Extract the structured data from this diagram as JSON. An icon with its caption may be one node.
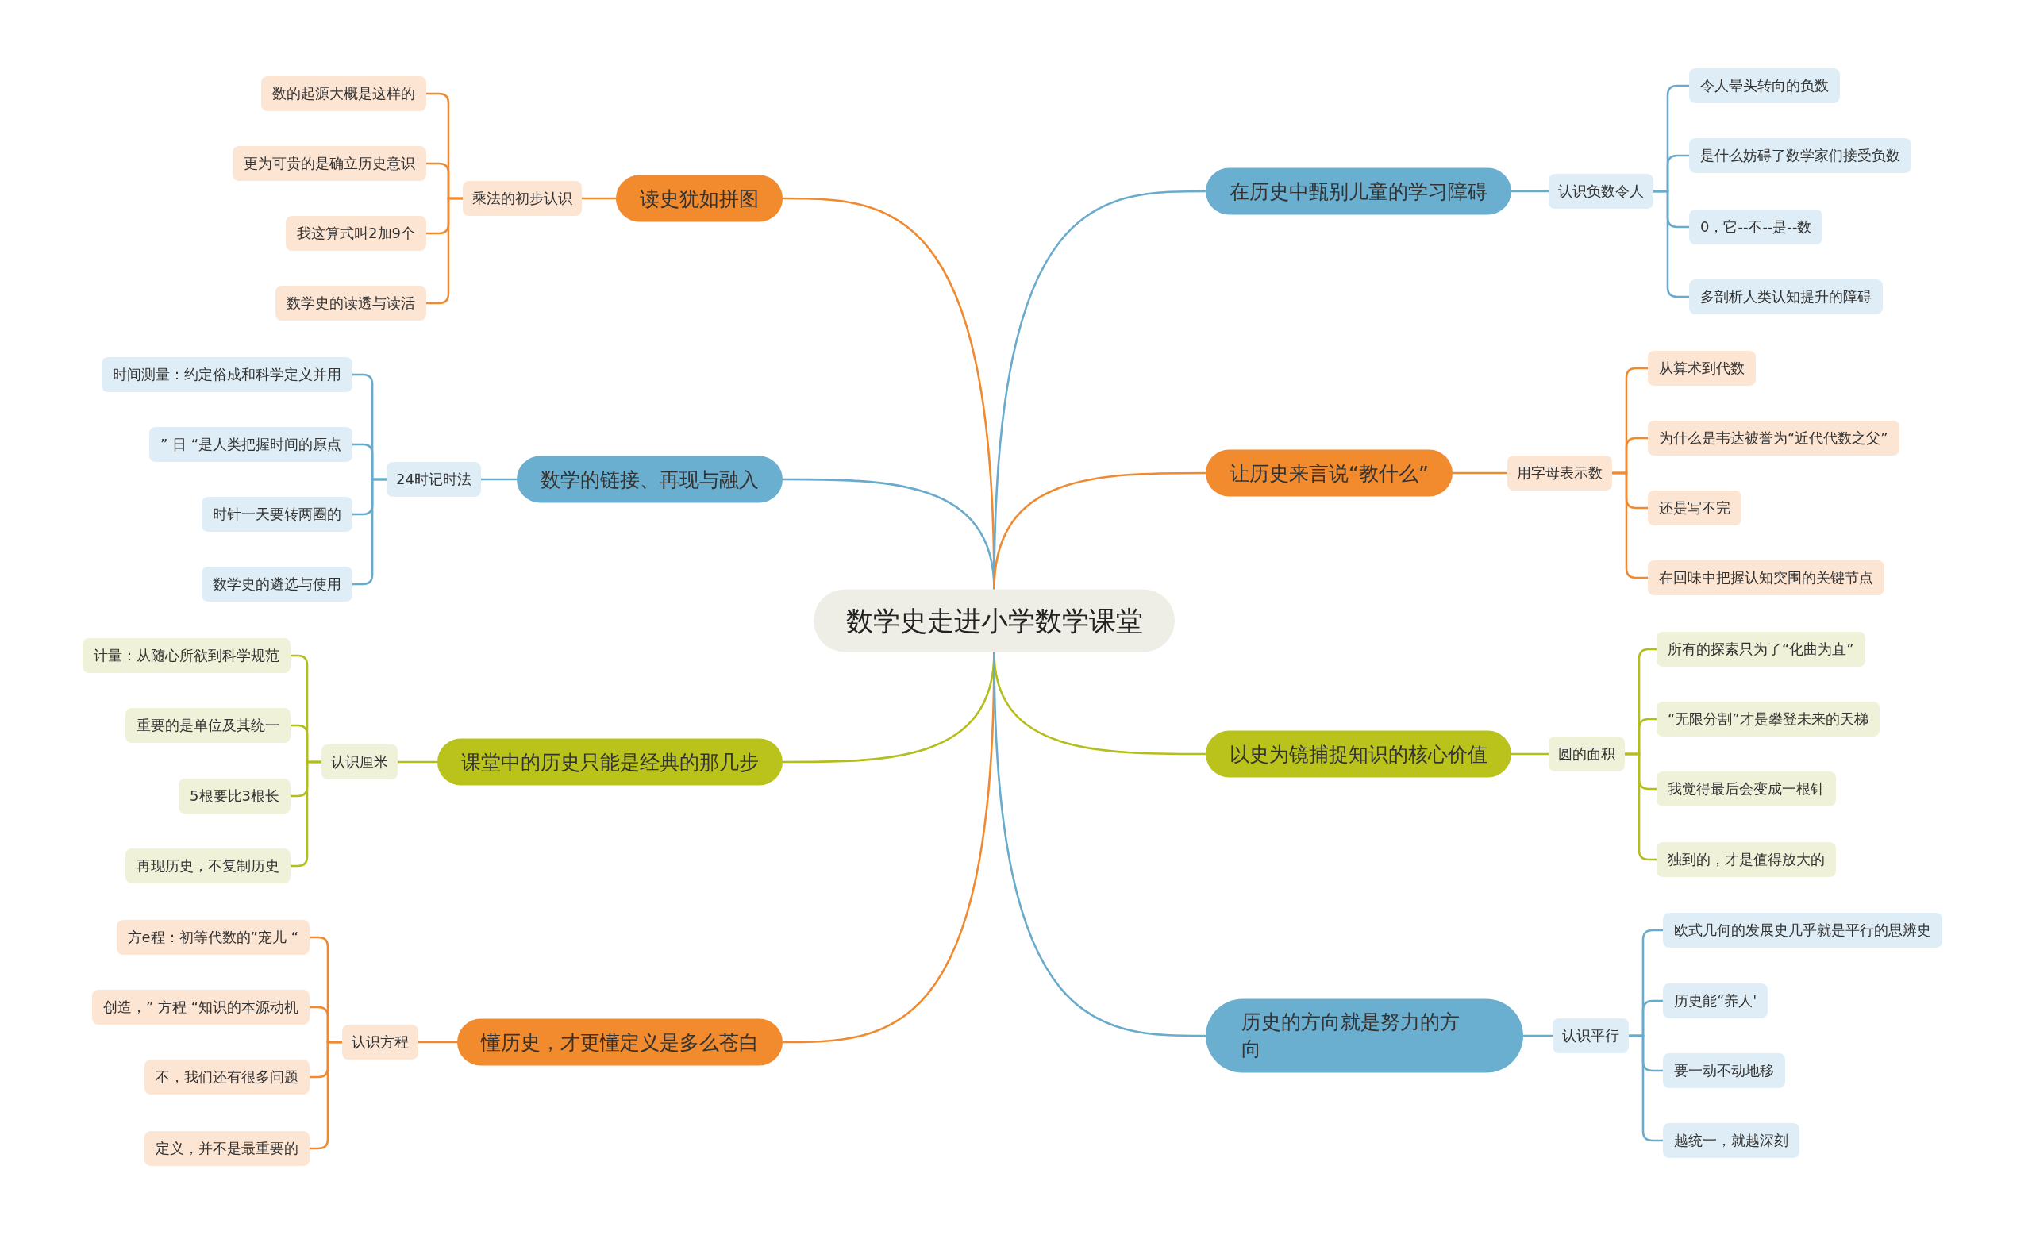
{
  "diagram": {
    "nodes": [
      {
        "text": [
          "数学史走进小学数学课堂"
        ]
      },
      {
        "text": [
          "读史犹如拼图"
        ]
      },
      {
        "text": [
          "乘法的初步认识"
        ]
      },
      {
        "text": [
          "数的起源大概是这样的"
        ]
      },
      {
        "text": [
          "更为可贵的是确立历史意识"
        ]
      },
      {
        "text": [
          "我这算式叫2加9个"
        ]
      },
      {
        "text": [
          "数学史的读透与读活"
        ]
      },
      {
        "text": [
          "数学的链接、再现与融入"
        ]
      },
      {
        "text": [
          "24时记时法"
        ]
      },
      {
        "text": [
          "时间测量：约定俗成和科学定义并用"
        ]
      },
      {
        "text": [
          "” 日 “是人类把握时间的原点"
        ]
      },
      {
        "text": [
          "时针一天要转两圈的"
        ]
      },
      {
        "text": [
          "数学史的遴选与使用"
        ]
      },
      {
        "text": [
          "课堂中的历史只能是经典的那几步"
        ]
      },
      {
        "text": [
          "认识厘米"
        ]
      },
      {
        "text": [
          "计量：从随心所欲到科学规范"
        ]
      },
      {
        "text": [
          "重要的是单位及其统一"
        ]
      },
      {
        "text": [
          "5根要比3根长"
        ]
      },
      {
        "text": [
          "再现历史，不复制历史"
        ]
      },
      {
        "text": [
          "懂历史，才更懂定义是多么苍白"
        ]
      },
      {
        "text": [
          "认识方程"
        ]
      },
      {
        "text": [
          "方e程：初等代数的”宠儿 “"
        ]
      },
      {
        "text": [
          "创造，” 方程 “知识的本源动机"
        ]
      },
      {
        "text": [
          "不，我们还有很多问题"
        ]
      },
      {
        "text": [
          "定义，并不是最重要的"
        ]
      },
      {
        "text": [
          "在历史中甄别儿童的学习障碍"
        ]
      },
      {
        "text": [
          "认识负数令人"
        ]
      },
      {
        "text": [
          "令人晕头转向的负数"
        ]
      },
      {
        "text": [
          "是什么妨碍了数学家们接受负数"
        ]
      },
      {
        "text": [
          "0，它--不--是--数"
        ]
      },
      {
        "text": [
          "多剖析人类认知提升的障碍"
        ]
      },
      {
        "text": [
          "让历史来言说“教什么”"
        ]
      },
      {
        "text": [
          "用字母表示数"
        ]
      },
      {
        "text": [
          "从算术到代数"
        ]
      },
      {
        "text": [
          "为什么是韦达被誉为“近代代数之父”"
        ]
      },
      {
        "text": [
          "还是写不完"
        ]
      },
      {
        "text": [
          "在回味中把握认知突围的关键节点"
        ]
      },
      {
        "text": [
          "以史为镜捕捉知识的核心价值"
        ]
      },
      {
        "text": [
          "圆的面积"
        ]
      },
      {
        "text": [
          "所有的探索只为了“化曲为直”"
        ]
      },
      {
        "text": [
          "“无限分割”才是攀登未来的天梯"
        ]
      },
      {
        "text": [
          "我觉得最后会变成一根针"
        ]
      },
      {
        "text": [
          "独到的，才是值得放大的"
        ]
      },
      {
        "text": [
          "历史的方向就是努力的方向"
        ]
      },
      {
        "text": [
          "认识平行"
        ]
      },
      {
        "text": [
          "欧式几何的发展史几乎就是平行的思辨史"
        ]
      },
      {
        "text": [
          "历史能“养人'"
        ]
      },
      {
        "text": [
          "要一动不动地移"
        ]
      },
      {
        "text": [
          "越统一，就越深刻"
        ]
      }
    ],
    "edges": [
      {
        "from": 0,
        "to": 1,
        "arrow": "none",
        "color": "#ef8a30"
      },
      {
        "from": 1,
        "to": 2,
        "arrow": "none",
        "color": "#ef8a30"
      },
      {
        "from": 2,
        "to": 3,
        "arrow": "none",
        "color": "#ef8a30"
      },
      {
        "from": 2,
        "to": 4,
        "arrow": "none",
        "color": "#ef8a30"
      },
      {
        "from": 2,
        "to": 5,
        "arrow": "none",
        "color": "#ef8a30"
      },
      {
        "from": 2,
        "to": 6,
        "arrow": "none",
        "color": "#ef8a30"
      },
      {
        "from": 0,
        "to": 7,
        "arrow": "none",
        "color": "#6aabcc"
      },
      {
        "from": 7,
        "to": 8,
        "arrow": "none",
        "color": "#6aabcc"
      },
      {
        "from": 8,
        "to": 9,
        "arrow": "none",
        "color": "#6aabcc"
      },
      {
        "from": 8,
        "to": 10,
        "arrow": "none",
        "color": "#6aabcc"
      },
      {
        "from": 8,
        "to": 11,
        "arrow": "none",
        "color": "#6aabcc"
      },
      {
        "from": 8,
        "to": 12,
        "arrow": "none",
        "color": "#6aabcc"
      },
      {
        "from": 0,
        "to": 13,
        "arrow": "none",
        "color": "#b4be1a"
      },
      {
        "from": 13,
        "to": 14,
        "arrow": "none",
        "color": "#b4be1a"
      },
      {
        "from": 14,
        "to": 15,
        "arrow": "none",
        "color": "#b4be1a"
      },
      {
        "from": 14,
        "to": 16,
        "arrow": "none",
        "color": "#b4be1a"
      },
      {
        "from": 14,
        "to": 17,
        "arrow": "none",
        "color": "#b4be1a"
      },
      {
        "from": 14,
        "to": 18,
        "arrow": "none",
        "color": "#b4be1a"
      },
      {
        "from": 0,
        "to": 19,
        "arrow": "none",
        "color": "#ef8a30"
      },
      {
        "from": 19,
        "to": 20,
        "arrow": "none",
        "color": "#ef8a30"
      },
      {
        "from": 20,
        "to": 21,
        "arrow": "none",
        "color": "#ef8a30"
      },
      {
        "from": 20,
        "to": 22,
        "arrow": "none",
        "color": "#ef8a30"
      },
      {
        "from": 20,
        "to": 23,
        "arrow": "none",
        "color": "#ef8a30"
      },
      {
        "from": 20,
        "to": 24,
        "arrow": "none",
        "color": "#ef8a30"
      },
      {
        "from": 0,
        "to": 25,
        "arrow": "none",
        "color": "#6aabcc"
      },
      {
        "from": 25,
        "to": 26,
        "arrow": "none",
        "color": "#6aabcc"
      },
      {
        "from": 26,
        "to": 27,
        "arrow": "none",
        "color": "#6aabcc"
      },
      {
        "from": 26,
        "to": 28,
        "arrow": "none",
        "color": "#6aabcc"
      },
      {
        "from": 26,
        "to": 29,
        "arrow": "none",
        "color": "#6aabcc"
      },
      {
        "from": 26,
        "to": 30,
        "arrow": "none",
        "color": "#6aabcc"
      },
      {
        "from": 0,
        "to": 31,
        "arrow": "none",
        "color": "#ef8a30"
      },
      {
        "from": 31,
        "to": 32,
        "arrow": "none",
        "color": "#ef8a30"
      },
      {
        "from": 32,
        "to": 33,
        "arrow": "none",
        "color": "#ef8a30"
      },
      {
        "from": 32,
        "to": 34,
        "arrow": "none",
        "color": "#ef8a30"
      },
      {
        "from": 32,
        "to": 35,
        "arrow": "none",
        "color": "#ef8a30"
      },
      {
        "from": 32,
        "to": 36,
        "arrow": "none",
        "color": "#ef8a30"
      },
      {
        "from": 0,
        "to": 37,
        "arrow": "none",
        "color": "#b4be1a"
      },
      {
        "from": 37,
        "to": 38,
        "arrow": "none",
        "color": "#b4be1a"
      },
      {
        "from": 38,
        "to": 39,
        "arrow": "none",
        "color": "#b4be1a"
      },
      {
        "from": 38,
        "to": 40,
        "arrow": "none",
        "color": "#b4be1a"
      },
      {
        "from": 38,
        "to": 41,
        "arrow": "none",
        "color": "#b4be1a"
      },
      {
        "from": 38,
        "to": 42,
        "arrow": "none",
        "color": "#b4be1a"
      },
      {
        "from": 0,
        "to": 43,
        "arrow": "none",
        "color": "#6aabcc"
      },
      {
        "from": 43,
        "to": 44,
        "arrow": "none",
        "color": "#6aabcc"
      },
      {
        "from": 44,
        "to": 45,
        "arrow": "none",
        "color": "#6aabcc"
      },
      {
        "from": 44,
        "to": 46,
        "arrow": "none",
        "color": "#6aabcc"
      },
      {
        "from": 44,
        "to": 47,
        "arrow": "none",
        "color": "#6aabcc"
      },
      {
        "from": 44,
        "to": 48,
        "arrow": "none",
        "color": "#6aabcc"
      }
    ]
  }
}
